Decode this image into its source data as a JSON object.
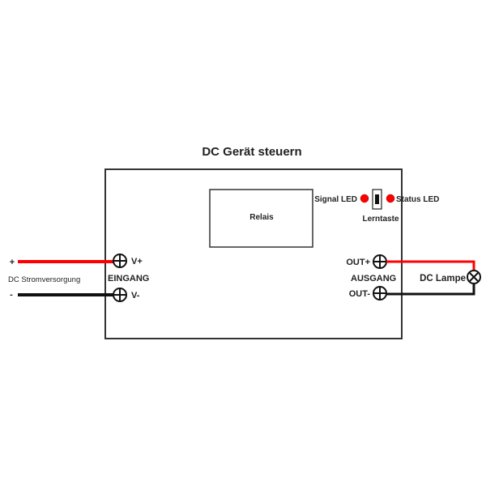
{
  "title": "DC Gerät steuern",
  "relay_label": "Relais",
  "signal_led_label": "Signal LED",
  "status_led_label": "Status LED",
  "learn_button_label": "Lerntaste",
  "input": {
    "group_label": "EINGANG",
    "plus_label": "V+",
    "minus_label": "V-"
  },
  "output": {
    "group_label": "AUSGANG",
    "plus_label": "OUT+",
    "minus_label": "OUT-"
  },
  "power_supply": {
    "label": "DC Stromversorgung",
    "plus_sign": "+",
    "minus_sign": "-"
  },
  "load_label": "DC Lampe",
  "colors": {
    "positive_wire": "#ff0000",
    "negative_wire": "#111111",
    "led": "#ff0000",
    "outline": "#333333"
  }
}
